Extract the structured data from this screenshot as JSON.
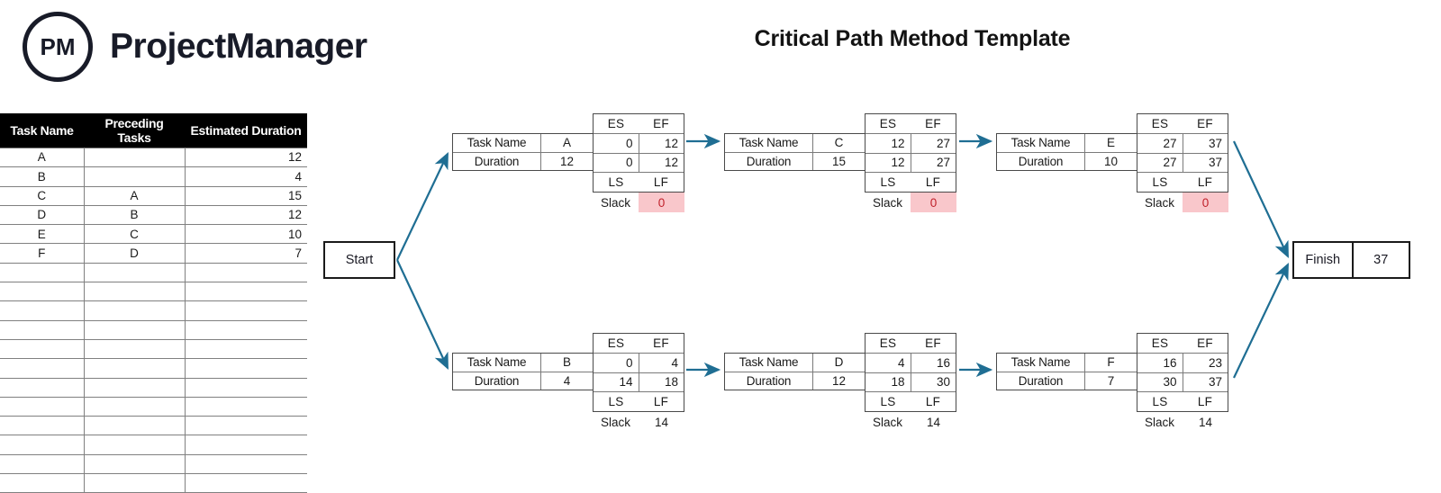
{
  "brand": {
    "logo_text": "PM",
    "name": "ProjectManager",
    "icon": "pm-circle-logo"
  },
  "header": {
    "title": "Critical Path Method Template"
  },
  "task_table": {
    "columns": [
      "Task Name",
      "Preceding Tasks",
      "Estimated Duration"
    ],
    "rows": [
      {
        "task": "A",
        "preceding": "",
        "duration": "12"
      },
      {
        "task": "B",
        "preceding": "",
        "duration": "4"
      },
      {
        "task": "C",
        "preceding": "A",
        "duration": "15"
      },
      {
        "task": "D",
        "preceding": "B",
        "duration": "12"
      },
      {
        "task": "E",
        "preceding": "C",
        "duration": "10"
      },
      {
        "task": "F",
        "preceding": "D",
        "duration": "7"
      },
      {
        "task": "",
        "preceding": "",
        "duration": ""
      },
      {
        "task": "",
        "preceding": "",
        "duration": ""
      },
      {
        "task": "",
        "preceding": "",
        "duration": ""
      },
      {
        "task": "",
        "preceding": "",
        "duration": ""
      },
      {
        "task": "",
        "preceding": "",
        "duration": ""
      },
      {
        "task": "",
        "preceding": "",
        "duration": ""
      },
      {
        "task": "",
        "preceding": "",
        "duration": ""
      },
      {
        "task": "",
        "preceding": "",
        "duration": ""
      },
      {
        "task": "",
        "preceding": "",
        "duration": ""
      },
      {
        "task": "",
        "preceding": "",
        "duration": ""
      },
      {
        "task": "",
        "preceding": "",
        "duration": ""
      },
      {
        "task": "",
        "preceding": "",
        "duration": ""
      }
    ]
  },
  "diagram": {
    "start_label": "Start",
    "finish_label": "Finish",
    "finish_value": "37",
    "labels": {
      "task_name": "Task Name",
      "duration": "Duration",
      "es": "ES",
      "ef": "EF",
      "ls": "LS",
      "lf": "LF",
      "slack": "Slack"
    },
    "colors": {
      "arrow": "#1f6e93",
      "critical_highlight": "#f9c7cb",
      "critical_text": "#c0202a",
      "header_bar": "#000000"
    },
    "nodes": [
      {
        "id": "A",
        "name": "A",
        "duration": "12",
        "es": "0",
        "ef": "12",
        "ls": "0",
        "lf": "12",
        "slack": "0",
        "critical": true
      },
      {
        "id": "C",
        "name": "C",
        "duration": "15",
        "es": "12",
        "ef": "27",
        "ls": "12",
        "lf": "27",
        "slack": "0",
        "critical": true
      },
      {
        "id": "E",
        "name": "E",
        "duration": "10",
        "es": "27",
        "ef": "37",
        "ls": "27",
        "lf": "37",
        "slack": "0",
        "critical": true
      },
      {
        "id": "B",
        "name": "B",
        "duration": "4",
        "es": "0",
        "ef": "4",
        "ls": "14",
        "lf": "18",
        "slack": "14",
        "critical": false
      },
      {
        "id": "D",
        "name": "D",
        "duration": "12",
        "es": "4",
        "ef": "16",
        "ls": "18",
        "lf": "30",
        "slack": "14",
        "critical": false
      },
      {
        "id": "F",
        "name": "F",
        "duration": "7",
        "es": "16",
        "ef": "23",
        "ls": "30",
        "lf": "37",
        "slack": "14",
        "critical": false
      }
    ]
  }
}
